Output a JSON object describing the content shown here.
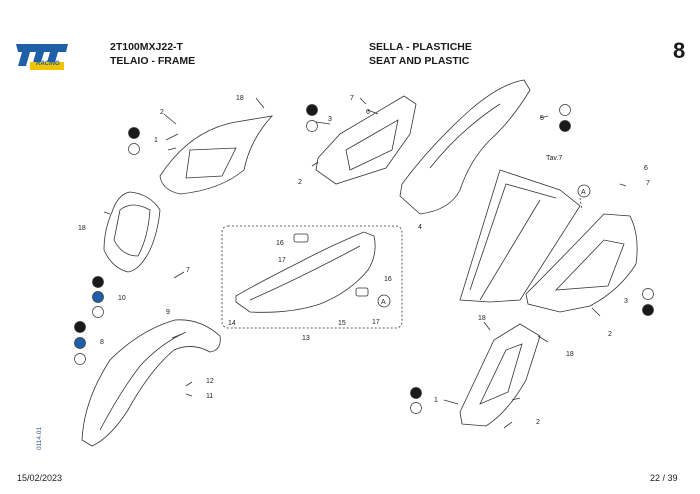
{
  "header": {
    "brand": "tm",
    "brand_sub": "RACING",
    "model_code": "2T100MXJ22-T",
    "group_it": "TELAIO - FRAME",
    "section_it": "SELLA - PLASTICHE",
    "section_en": "SEAT AND PLASTIC",
    "table_number": "8"
  },
  "diagram": {
    "reference_label": "Tav.7",
    "detail_marker": "A",
    "callouts": [
      "1",
      "2",
      "3",
      "4",
      "5",
      "6",
      "7",
      "8",
      "9",
      "10",
      "11",
      "12",
      "13",
      "14",
      "15",
      "16",
      "17",
      "18"
    ]
  },
  "footer": {
    "date": "15/02/2023",
    "page": "22 / 39",
    "doc_code": "0114.01"
  },
  "colors": {
    "black_dot": "#1a1a1a",
    "blue_dot": "#1f5fa8",
    "line": "#333333"
  }
}
